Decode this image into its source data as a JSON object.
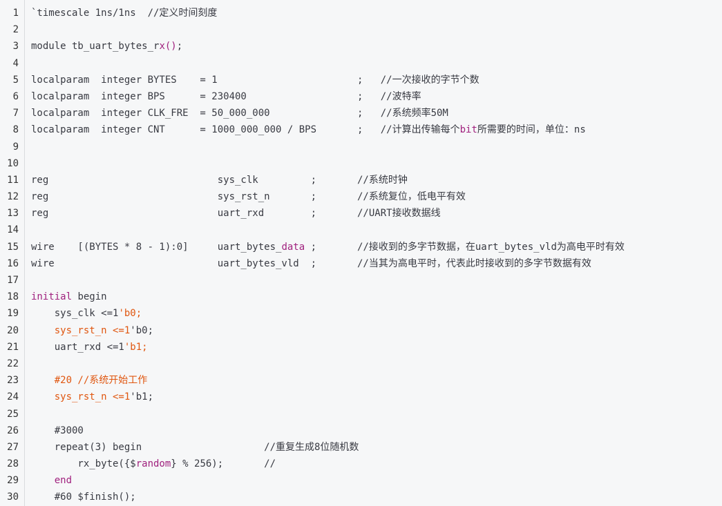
{
  "colors": {
    "keyword": "#a0217e",
    "orange": "#e0560f",
    "text": "#383a42",
    "background": "#f6f7f8"
  },
  "lines": [
    {
      "n": "1",
      "tokens": [
        {
          "t": "`timescale 1ns/1ns  //定义时间刻度",
          "c": ""
        }
      ]
    },
    {
      "n": "2",
      "tokens": []
    },
    {
      "n": "3",
      "tokens": [
        {
          "t": "module tb_uart_bytes_r",
          "c": ""
        },
        {
          "t": "x()",
          "c": "k"
        },
        {
          "t": ";",
          "c": ""
        }
      ]
    },
    {
      "n": "4",
      "tokens": []
    },
    {
      "n": "5",
      "tokens": [
        {
          "t": "localparam  integer BYTES    = 1                        ;   //一次接收的字节个数",
          "c": ""
        }
      ]
    },
    {
      "n": "6",
      "tokens": [
        {
          "t": "localparam  integer BPS      = 230400                   ;   //波特率",
          "c": ""
        }
      ]
    },
    {
      "n": "7",
      "tokens": [
        {
          "t": "localparam  integer CLK_FRE  = 50_000_000               ;   //系统频率50M",
          "c": ""
        }
      ]
    },
    {
      "n": "8",
      "tokens": [
        {
          "t": "localparam  integer CNT      = 1000_000_000 / BPS       ;   //计算出传输每个",
          "c": ""
        },
        {
          "t": "bit",
          "c": "k"
        },
        {
          "t": "所需要的时间，单位：ns",
          "c": ""
        }
      ]
    },
    {
      "n": "9",
      "tokens": []
    },
    {
      "n": "10",
      "tokens": []
    },
    {
      "n": "11",
      "tokens": [
        {
          "t": "reg                             sys_clk         ;       //系统时钟",
          "c": ""
        }
      ]
    },
    {
      "n": "12",
      "tokens": [
        {
          "t": "reg                             sys_rst_n       ;       //系统复位，低电平有效",
          "c": ""
        }
      ]
    },
    {
      "n": "13",
      "tokens": [
        {
          "t": "reg                             uart_rxd        ;       //UART接收数据线",
          "c": ""
        }
      ]
    },
    {
      "n": "14",
      "tokens": []
    },
    {
      "n": "15",
      "tokens": [
        {
          "t": "wire    [(BYTES * 8 - 1):0]     uart_bytes_",
          "c": ""
        },
        {
          "t": "data",
          "c": "k"
        },
        {
          "t": " ;       //接收到的多字节数据，在uart_bytes_vld为高电平时有效",
          "c": ""
        }
      ]
    },
    {
      "n": "16",
      "tokens": [
        {
          "t": "wire                            uart_bytes_vld  ;       //当其为高电平时，代表此时接收到的多字节数据有效",
          "c": ""
        }
      ]
    },
    {
      "n": "17",
      "tokens": []
    },
    {
      "n": "18",
      "tokens": [
        {
          "t": "initial",
          "c": "k"
        },
        {
          "t": " begin",
          "c": ""
        }
      ]
    },
    {
      "n": "19",
      "tokens": [
        {
          "t": "    sys_clk <=1",
          "c": ""
        },
        {
          "t": "'b0;",
          "c": "o"
        }
      ]
    },
    {
      "n": "20",
      "tokens": [
        {
          "t": "    ",
          "c": ""
        },
        {
          "t": "sys_rst_n <=1",
          "c": "o"
        },
        {
          "t": "'b0;",
          "c": ""
        }
      ]
    },
    {
      "n": "21",
      "tokens": [
        {
          "t": "    uart_rxd <=1",
          "c": ""
        },
        {
          "t": "'b1;",
          "c": "o"
        }
      ]
    },
    {
      "n": "22",
      "tokens": []
    },
    {
      "n": "23",
      "tokens": [
        {
          "t": "    ",
          "c": ""
        },
        {
          "t": "#20 //系统开始工作",
          "c": "o"
        }
      ]
    },
    {
      "n": "24",
      "tokens": [
        {
          "t": "    ",
          "c": ""
        },
        {
          "t": "sys_rst_n <=1",
          "c": "o"
        },
        {
          "t": "'b1;",
          "c": ""
        }
      ]
    },
    {
      "n": "25",
      "tokens": []
    },
    {
      "n": "26",
      "tokens": [
        {
          "t": "    #3000",
          "c": ""
        }
      ]
    },
    {
      "n": "27",
      "tokens": [
        {
          "t": "    repeat(3) begin                     //重复生成8位随机数",
          "c": ""
        }
      ]
    },
    {
      "n": "28",
      "tokens": [
        {
          "t": "        rx_byte({$",
          "c": ""
        },
        {
          "t": "random",
          "c": "k"
        },
        {
          "t": "} % 256);       //",
          "c": ""
        }
      ]
    },
    {
      "n": "29",
      "tokens": [
        {
          "t": "    ",
          "c": ""
        },
        {
          "t": "end",
          "c": "k"
        }
      ]
    },
    {
      "n": "30",
      "tokens": [
        {
          "t": "    #60 $finish();",
          "c": ""
        }
      ]
    }
  ]
}
